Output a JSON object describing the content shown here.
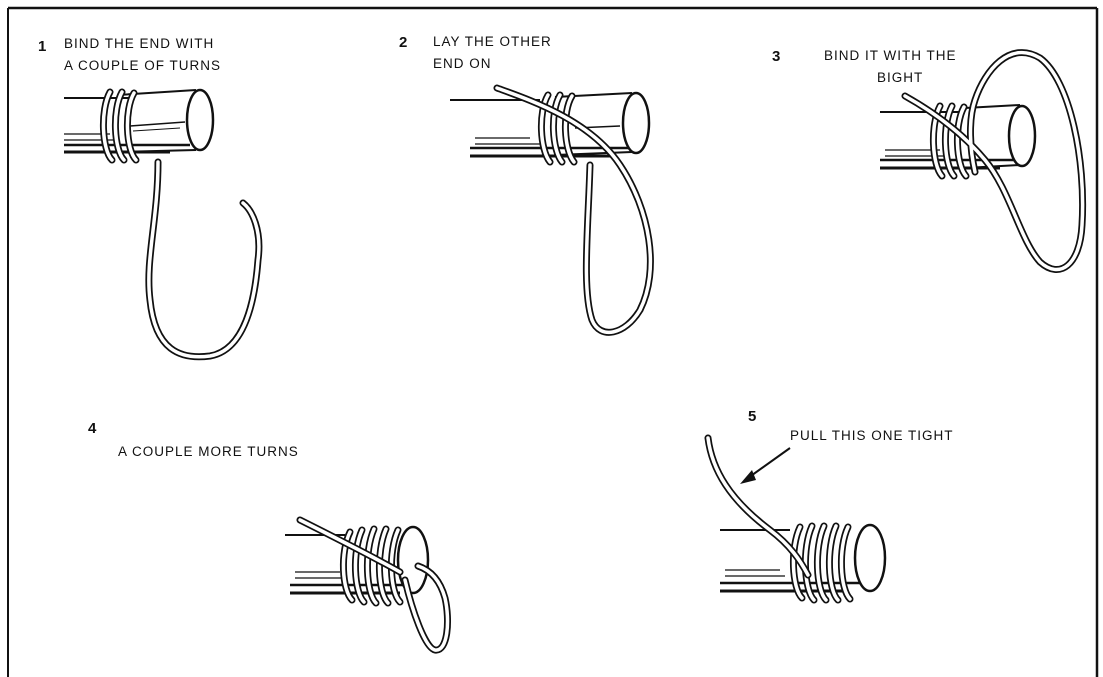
{
  "steps": [
    {
      "number": "1",
      "lines": [
        "BIND THE END WITH",
        "A COUPLE OF TURNS"
      ]
    },
    {
      "number": "2",
      "lines": [
        "LAY THE OTHER",
        "END ON"
      ]
    },
    {
      "number": "3",
      "lines": [
        "BIND IT WITH THE",
        "BIGHT"
      ]
    },
    {
      "number": "4",
      "lines": [
        "A COUPLE MORE TURNS"
      ]
    },
    {
      "number": "5",
      "lines": [
        "PULL THIS ONE TIGHT"
      ]
    }
  ],
  "colors": {
    "ink": "#111111",
    "paper": "#ffffff"
  }
}
